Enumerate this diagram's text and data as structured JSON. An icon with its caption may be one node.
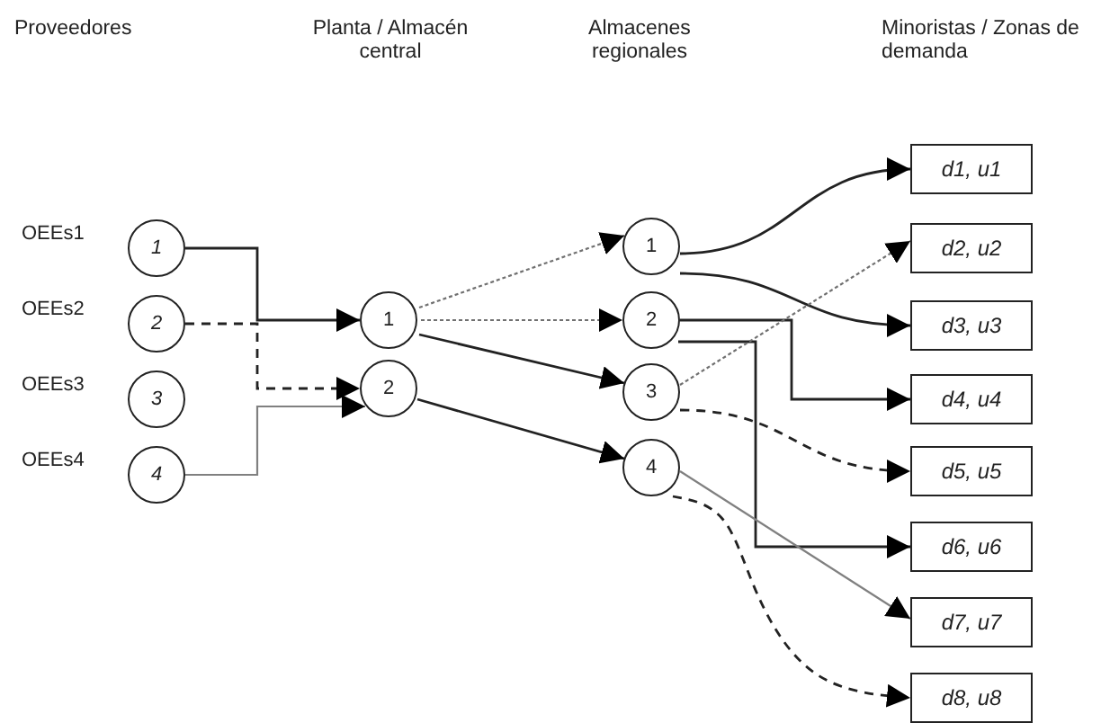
{
  "diagram": {
    "nodes": [
      {
        "text": [
          "1"
        ],
        "beside": [
          "OEEs1"
        ]
      },
      {
        "text": [
          "2"
        ],
        "beside": [
          "OEEs2"
        ]
      },
      {
        "text": [
          "3"
        ],
        "beside": [
          "OEEs3"
        ]
      },
      {
        "text": [
          "4"
        ],
        "beside": [
          "OEEs4"
        ]
      },
      {
        "text": [
          "1"
        ]
      },
      {
        "text": [
          "2"
        ]
      },
      {
        "text": [
          "1"
        ]
      },
      {
        "text": [
          "2"
        ]
      },
      {
        "text": [
          "3"
        ]
      },
      {
        "text": [
          "4"
        ]
      },
      {
        "text": [
          "d1, u1"
        ]
      },
      {
        "text": [
          "d2, u2"
        ]
      },
      {
        "text": [
          "d3, u3"
        ]
      },
      {
        "text": [
          "d4, u4"
        ]
      },
      {
        "text": [
          "d5, u5"
        ]
      },
      {
        "text": [
          "d6, u6"
        ]
      },
      {
        "text": [
          "d7, u7"
        ]
      },
      {
        "text": [
          "d8, u8"
        ]
      }
    ],
    "edges": [
      {
        "from": 0,
        "to": 4,
        "arrow": "to"
      },
      {
        "from": 1,
        "to": 5,
        "arrow": "to",
        "style": "dashed"
      },
      {
        "from": 3,
        "to": 5,
        "arrow": "to",
        "color": "#808080"
      },
      {
        "from": 4,
        "to": 6,
        "arrow": "to",
        "style": "dashed",
        "color": "#707070"
      },
      {
        "from": 4,
        "to": 7,
        "arrow": "to",
        "style": "dashed",
        "color": "#707070"
      },
      {
        "from": 4,
        "to": 8,
        "arrow": "to"
      },
      {
        "from": 5,
        "to": 9,
        "arrow": "to"
      },
      {
        "from": 6,
        "to": 10,
        "arrow": "to"
      },
      {
        "from": 6,
        "to": 12,
        "arrow": "to"
      },
      {
        "from": 7,
        "to": 13,
        "arrow": "to"
      },
      {
        "from": 7,
        "to": 15,
        "arrow": "to"
      },
      {
        "from": 8,
        "to": 11,
        "arrow": "to",
        "style": "dashed",
        "color": "#707070"
      },
      {
        "from": 8,
        "to": 14,
        "arrow": "to",
        "style": "dashed"
      },
      {
        "from": 9,
        "to": 16,
        "arrow": "to",
        "color": "#808080"
      },
      {
        "from": 9,
        "to": 17,
        "arrow": "to",
        "style": "dashed"
      }
    ],
    "labels": [
      "Proveedores",
      "Planta / Almacén central",
      "Almacenes regionales",
      "Minoristas / Zonas de demanda"
    ]
  }
}
